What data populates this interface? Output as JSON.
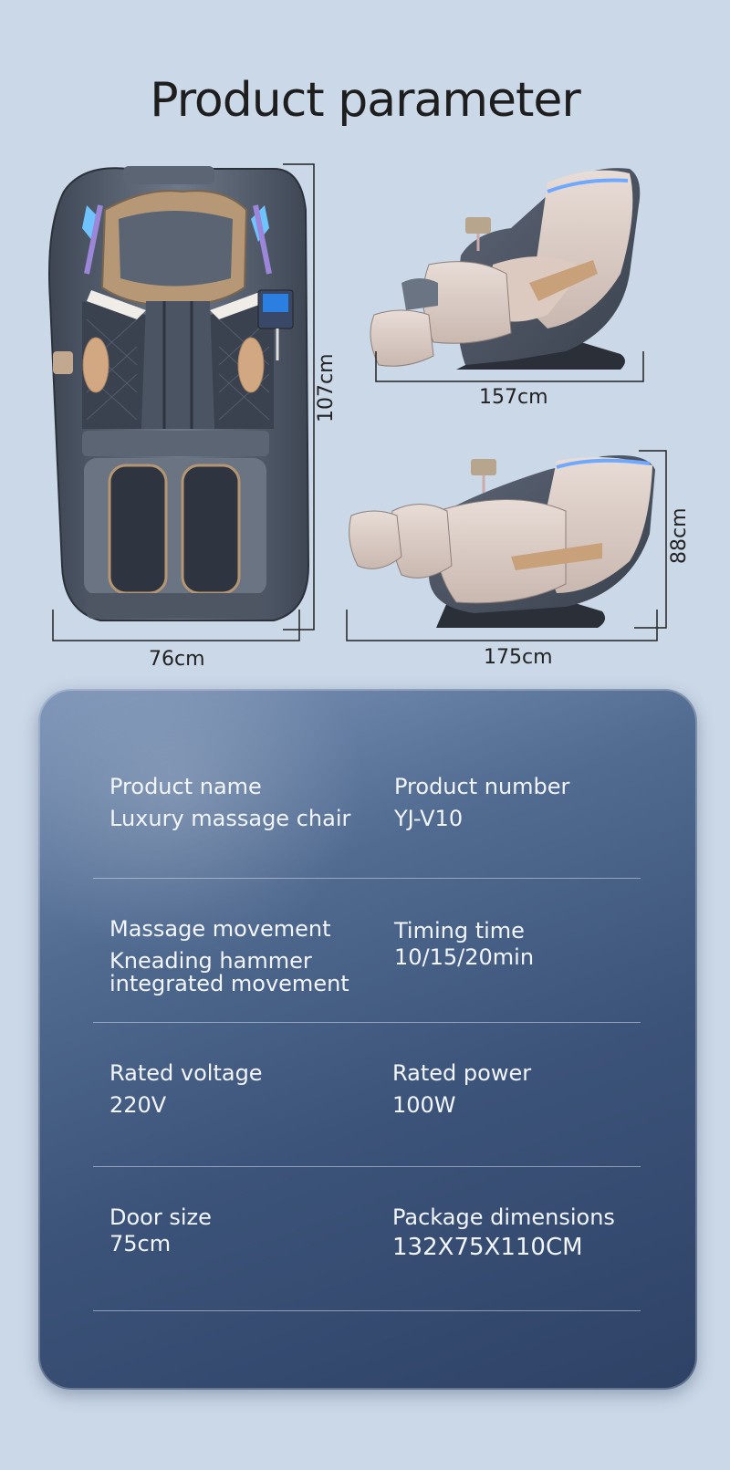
{
  "title": "Product parameter",
  "dimensions": {
    "front_height": "107cm",
    "front_width": "76cm",
    "upright_length": "157cm",
    "reclined_length": "175cm",
    "reclined_height": "88cm"
  },
  "specs": [
    {
      "left_label": "Product name",
      "left_value": "Luxury massage chair",
      "right_label": "Product number",
      "right_value": "YJ-V10"
    },
    {
      "left_label": "Massage movement",
      "left_value": "Kneading hammer\nintegrated movement",
      "right_label": "Timing time",
      "right_value": "10/15/20min"
    },
    {
      "left_label": "Rated voltage",
      "left_value": "220V",
      "right_label": "Rated power",
      "right_value": "100W"
    },
    {
      "left_label": "Door size",
      "left_value": "75cm",
      "right_label": "Package dimensions",
      "right_value": "132X75X110CM"
    }
  ]
}
